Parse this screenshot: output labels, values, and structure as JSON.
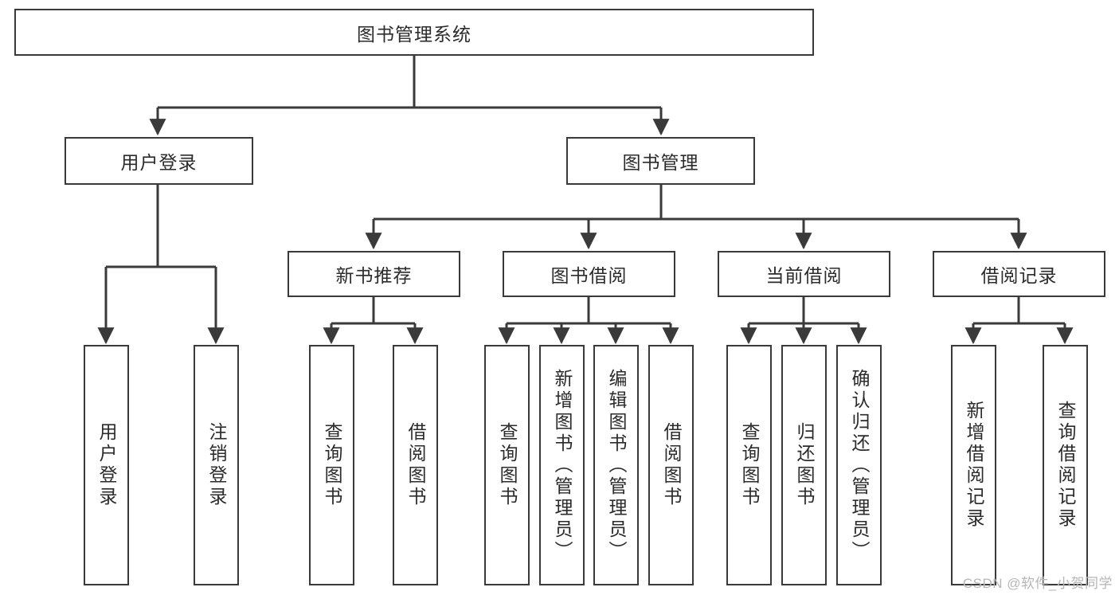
{
  "diagram": {
    "type": "tree",
    "title": "图书管理系统",
    "root": {
      "label": "图书管理系统"
    },
    "level2": [
      {
        "label": "用户登录"
      },
      {
        "label": "图书管理"
      }
    ],
    "level3": [
      {
        "label": "新书推荐"
      },
      {
        "label": "图书借阅"
      },
      {
        "label": "当前借阅"
      },
      {
        "label": "借阅记录"
      }
    ],
    "leaves": {
      "user_login": [
        {
          "label": "用户登录"
        },
        {
          "label": "注销登录"
        }
      ],
      "new_book": [
        {
          "label": "查询图书"
        },
        {
          "label": "借阅图书"
        }
      ],
      "borrow": [
        {
          "label": "查询图书"
        },
        {
          "label": "新增图书（管理员）"
        },
        {
          "label": "编辑图书（管理员）"
        },
        {
          "label": "借阅图书"
        }
      ],
      "current": [
        {
          "label": "查询图书"
        },
        {
          "label": "归还图书"
        },
        {
          "label": "确认归还（管理员）"
        }
      ],
      "records": [
        {
          "label": "新增借阅记录"
        },
        {
          "label": "查询借阅记录"
        }
      ]
    }
  },
  "watermark": {
    "text": "CSDN @软件_小贺同学"
  },
  "colors": {
    "stroke": "#3a3a3a",
    "fill": "#ffffff",
    "text": "#2b2b2b",
    "watermark": "#b6b6b6"
  }
}
